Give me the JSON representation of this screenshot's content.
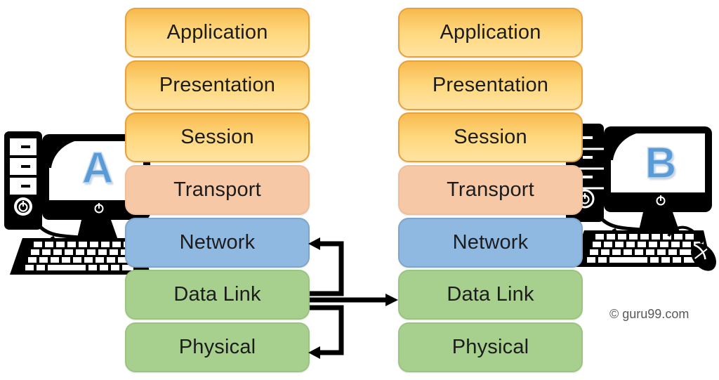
{
  "computers": [
    {
      "label": "A"
    },
    {
      "label": "B"
    }
  ],
  "osi_layers": [
    {
      "name": "Application",
      "fill": "#FFD87E",
      "border": "#E9A23B",
      "gradient": [
        "#F7BA4F",
        "#FFE3A3"
      ]
    },
    {
      "name": "Presentation",
      "fill": "#FFD87E",
      "border": "#E9A23B",
      "gradient": [
        "#F7BA4F",
        "#FFE3A3"
      ]
    },
    {
      "name": "Session",
      "fill": "#FFD87E",
      "border": "#E9A23B",
      "gradient": [
        "#F7BA4F",
        "#FFE3A3"
      ]
    },
    {
      "name": "Transport",
      "fill": "#F6C8A6",
      "border": "#EFBE9B"
    },
    {
      "name": "Network",
      "fill": "#8FB9E0",
      "border": "#7FA5CC"
    },
    {
      "name": "Data Link",
      "fill": "#A7CF8D",
      "border": "#9CC481"
    },
    {
      "name": "Physical",
      "fill": "#A7CF8D",
      "border": "#9CC481"
    }
  ],
  "connections": [
    {
      "from": "Data Link (A)",
      "to": "Network (A)"
    },
    {
      "from": "Data Link (A)",
      "to": "Data Link (B)"
    },
    {
      "from": "Data Link (A)",
      "to": "Physical (A)"
    }
  ],
  "watermark": {
    "text": "© guru99.com",
    "color": "#595959"
  },
  "letter_color": "#5B9BD5",
  "arrow_color": "#000000"
}
